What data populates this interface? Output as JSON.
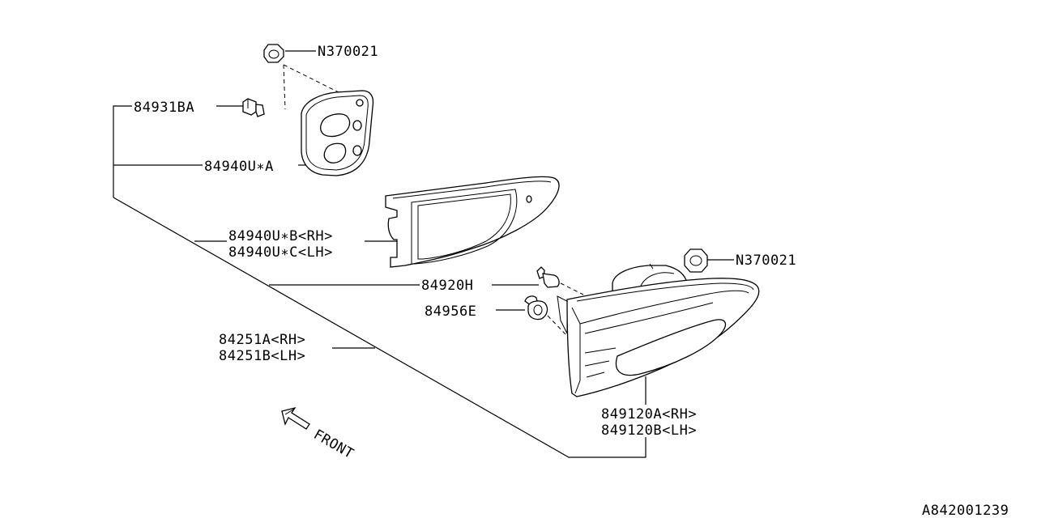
{
  "labels": {
    "nut_top": "N370021",
    "socket": "84931BA",
    "gasket_a": "84940U∗A",
    "gasket_b": "84940U∗B<RH>",
    "gasket_c": "84940U∗C<LH>",
    "bulb_h": "84920H",
    "bulb_e": "84956E",
    "lamp_rh": "84251A<RH>",
    "lamp_lh": "84251B<LH>",
    "nut_right": "N370021",
    "lens_rh": "849120A<RH>",
    "lens_lh": "849120B<LH>",
    "front": "FRONT",
    "diagram_id": "A842001239"
  },
  "icons": {
    "front_arrow": "front-arrow-icon"
  }
}
